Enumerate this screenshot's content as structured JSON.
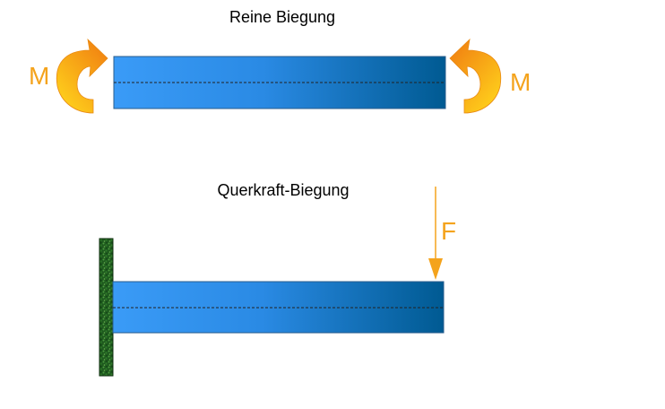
{
  "diagram": {
    "pure_bending": {
      "title": "Reine Biegung",
      "moment_left_label": "M",
      "moment_right_label": "M"
    },
    "shear_bending": {
      "title": "Querkraft-Biegung",
      "force_label": "F",
      "support_icon": "fixed-wall-support-icon"
    }
  },
  "colors": {
    "beam_light": "#3a9bf7",
    "beam_dark": "#005a92",
    "moment_arrow_light": "#ffd21c",
    "moment_arrow_dark": "#f07a10",
    "force_arrow": "#f4a31c",
    "label_orange": "#f4a31c",
    "support_green": "#1e5a1e",
    "title_text": "#000000"
  }
}
